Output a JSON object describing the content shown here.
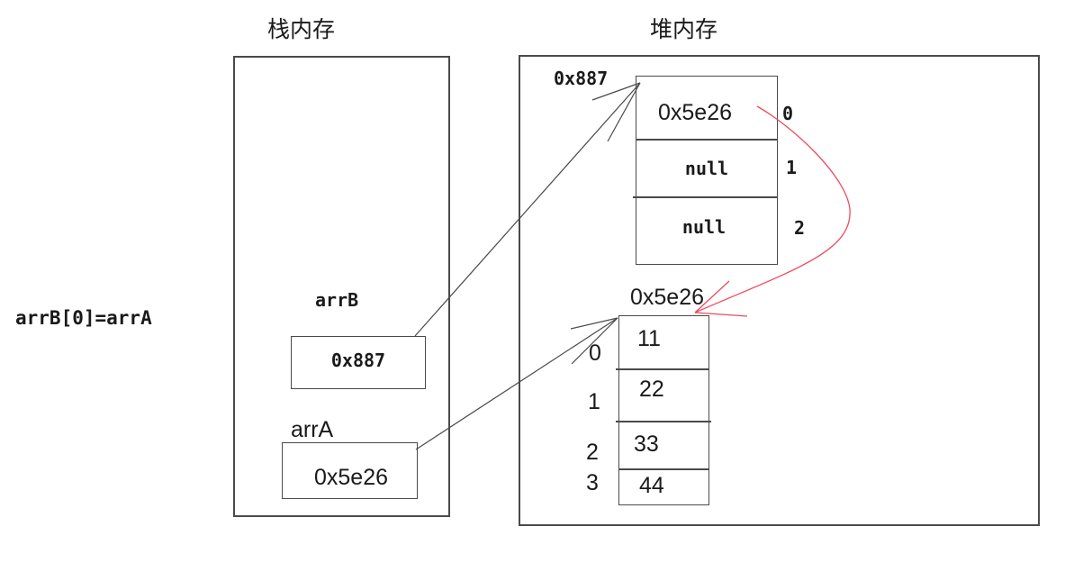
{
  "titles": {
    "stack": "栈内存",
    "heap": "堆内存"
  },
  "statement": "arrB[0]=arrA",
  "stack": {
    "variables": [
      {
        "name": "arrB",
        "value": "0x887"
      },
      {
        "name": "arrA",
        "value": "0x5e26"
      }
    ]
  },
  "heap": {
    "arrays": [
      {
        "address": "0x887",
        "cells": [
          "0x5e26",
          "null",
          "null"
        ],
        "indices": [
          "0",
          "1",
          "2"
        ]
      },
      {
        "address": "0x5e26",
        "cells": [
          "11",
          "22",
          "33",
          "44"
        ],
        "indices": [
          "0",
          "1",
          "2",
          "3"
        ]
      }
    ]
  },
  "colors": {
    "line": "#4a4a4a",
    "reference_arrow": "#f04a5a",
    "text": "#1a1a1a"
  }
}
